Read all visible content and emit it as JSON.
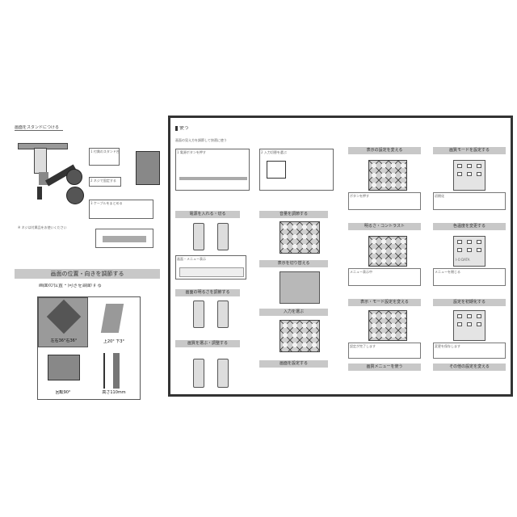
{
  "left": {
    "header": "画面をスタンドにつける",
    "steps": [
      "1 付属のスタンド台座を取り付ける",
      "2 ネジで固定する",
      "3 ケーブルをまとめる"
    ],
    "note": "※ ネジは付属品をお使いください",
    "adjust_title": "画面の位置・向きを調節する",
    "adjust_subtitle": "画面の位置・向きを調節する",
    "cells": [
      {
        "label": "左右36°右36°"
      },
      {
        "label": "上20° 下3°"
      },
      {
        "label": "回転90°"
      },
      {
        "label": "高さ110mm"
      }
    ]
  },
  "right": {
    "corner_title": "使う",
    "intro": "画面の見え方を調節して快適に使う",
    "step_boxes": [
      "1 電源ボタンを押す",
      "2 入力切替を選ぶ"
    ],
    "sections": [
      "電源を入れる・切る",
      "画面の明るさを調節する",
      "画質を選ぶ・調整する",
      "音量を調節する",
      "表示を切り替える",
      "入力を選ぶ",
      "画面を設定する"
    ],
    "tab_label": "画面・メニュー表示",
    "grid_titles": [
      "表示の設定を変える",
      "画質モードを設定する",
      "明るさ・コントラスト",
      "色温度を変更する",
      "表示・モード設定を変える",
      "設定を初期化する",
      "画質メニューを使う",
      "その他の設定を変える"
    ],
    "notes": [
      "ボタンを押す",
      "メニュー表示中",
      "設定が完了します",
      "初期化",
      "メニューを閉じる",
      "変更を保存します"
    ],
    "brand": "I-O DATA"
  }
}
